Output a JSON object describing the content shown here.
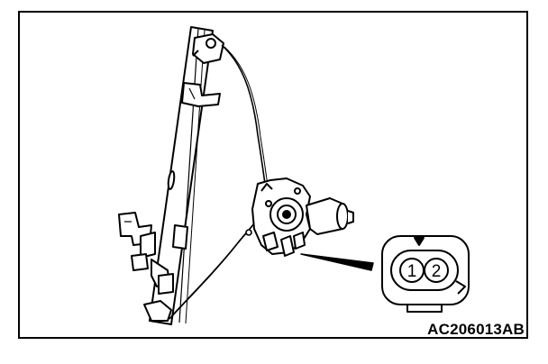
{
  "figure": {
    "id": "AC206013AB",
    "line_color": "#000000",
    "background": "#ffffff"
  },
  "connector": {
    "pins": [
      "1",
      "2"
    ]
  }
}
